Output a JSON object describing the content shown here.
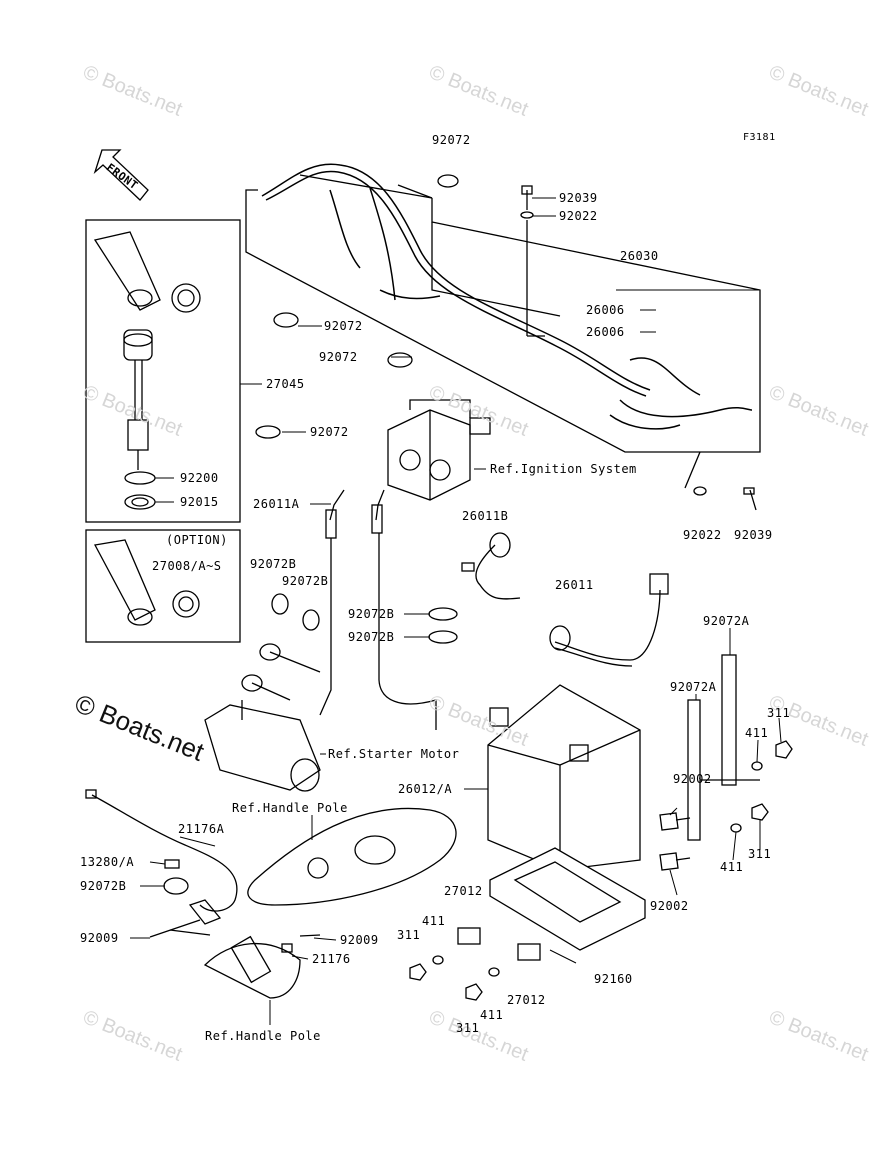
{
  "figure_code": "F3181",
  "front_label": "FRONT",
  "watermark": "© Boats.net",
  "option_label": "(OPTION)",
  "part_numbers": {
    "p92072_top": "92072",
    "p92039_top": "92039",
    "p92022_top": "92022",
    "p26030": "26030",
    "p26006_a": "26006",
    "p26006_b": "26006",
    "p92072_mid1": "92072",
    "p92072_mid2": "92072",
    "p27045": "27045",
    "p92072_mid3": "92072",
    "p92200": "92200",
    "p92015": "92015",
    "p26011A": "26011A",
    "p92022_r": "92022",
    "p92039_r": "92039",
    "p26011B": "26011B",
    "p27008": "27008/A~S",
    "p92072B_a": "92072B",
    "p92072B_b": "92072B",
    "p92072B_c": "92072B",
    "p92072B_d": "92072B",
    "p26011": "26011",
    "p92072A_a": "92072A",
    "p92072A_b": "92072A",
    "p311_a": "311",
    "p411_a": "411",
    "p26012": "26012/A",
    "p92002_a": "92002",
    "p92002_b": "92002",
    "p411_b": "411",
    "p311_b": "311",
    "p21176A": "21176A",
    "p13280": "13280/A",
    "p92072B_e": "92072B",
    "p92009_a": "92009",
    "p92009_b": "92009",
    "p21176": "21176",
    "p27012_a": "27012",
    "p27012_b": "27012",
    "p411_c": "411",
    "p311_c": "311",
    "p311_d": "311",
    "p411_d": "411",
    "p92160": "92160"
  },
  "references": {
    "ignition": "Ref.Ignition System",
    "starter": "Ref.Starter Motor",
    "handle_pole_top": "Ref.Handle Pole",
    "handle_pole_bottom": "Ref.Handle Pole"
  }
}
